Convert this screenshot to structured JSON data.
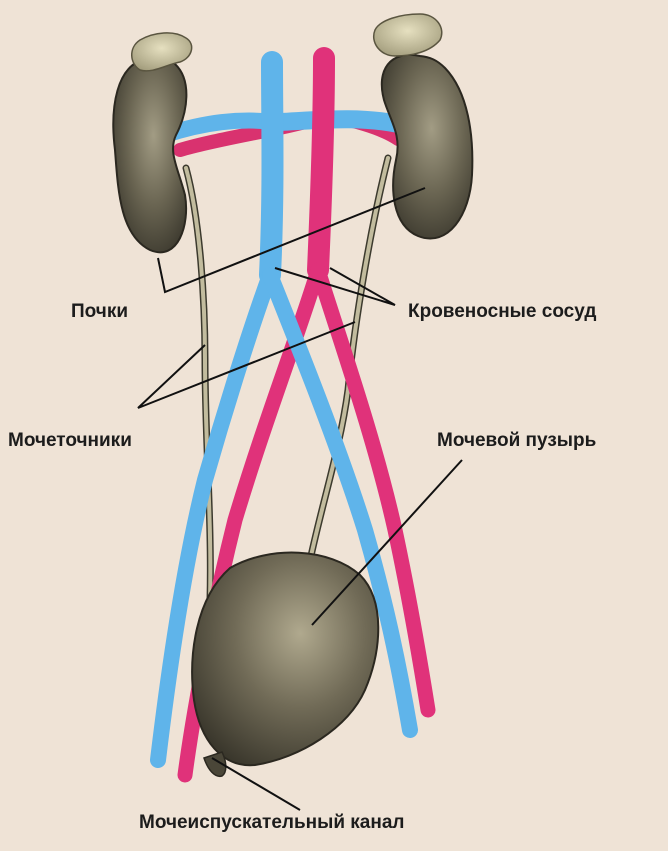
{
  "labels": {
    "kidneys": "Почки",
    "vessels": "Кровеносные сосуд",
    "ureters": "Мочеточники",
    "bladder": "Мочевой пузырь",
    "urethra": "Мочеиспускательный канал"
  },
  "colors": {
    "background": "#efe3d6",
    "vein": "#5fb4ea",
    "artery": "#e0327a",
    "organ": "#5e5a4a",
    "ureter": "#b8b294",
    "leader_line": "#111111"
  }
}
